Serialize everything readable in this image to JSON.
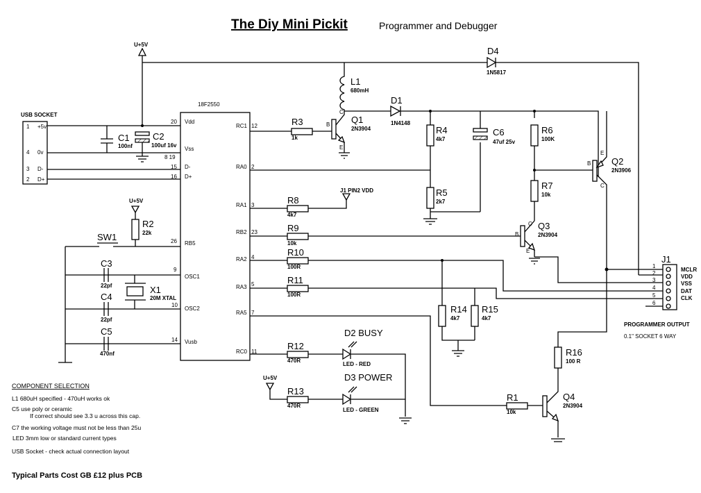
{
  "header": {
    "title": "The Diy Mini Pickit",
    "subtitle": "Programmer and Debugger"
  },
  "power_labels": {
    "vplus_top": "U+5V",
    "vplus_r2": "U+5V",
    "vplus_r13": "U+5V",
    "j1_pin2_vdd": "J1 PIN2  VDD"
  },
  "usb_socket": {
    "title": "USB SOCKET",
    "pins": [
      {
        "num": "1",
        "name": "+5v"
      },
      {
        "num": "4",
        "name": "0v"
      },
      {
        "num": "3",
        "name": "D-"
      },
      {
        "num": "2",
        "name": "D+"
      }
    ]
  },
  "mcu": {
    "part": "18F2550",
    "left_pins": [
      {
        "num": "20",
        "name": "Vdd"
      },
      {
        "num": "8  19",
        "name": "Vss"
      },
      {
        "num": "15",
        "name": "D-"
      },
      {
        "num": "16",
        "name": "D+"
      },
      {
        "num": "26",
        "name": "RB5"
      },
      {
        "num": "9",
        "name": "OSC1"
      },
      {
        "num": "10",
        "name": "OSC2"
      },
      {
        "num": "14",
        "name": "Vusb"
      }
    ],
    "right_pins": [
      {
        "num": "12",
        "name": "RC1"
      },
      {
        "num": "2",
        "name": "RA0"
      },
      {
        "num": "3",
        "name": "RA1"
      },
      {
        "num": "23",
        "name": "RB2"
      },
      {
        "num": "4",
        "name": "RA2"
      },
      {
        "num": "5",
        "name": "RA3"
      },
      {
        "num": "7",
        "name": "RA5"
      },
      {
        "num": "11",
        "name": "RC0"
      }
    ]
  },
  "components": {
    "C1": {
      "ref": "C1",
      "value": "100nf"
    },
    "C2": {
      "ref": "C2",
      "value": "100uf 16v"
    },
    "C3": {
      "ref": "C3",
      "value": "22pf"
    },
    "C4": {
      "ref": "C4",
      "value": "22pf"
    },
    "C5": {
      "ref": "C5",
      "value": "470nf"
    },
    "C6": {
      "ref": "C6",
      "value": "47uf 25v"
    },
    "R1": {
      "ref": "R1",
      "value": "10k"
    },
    "R2": {
      "ref": "R2",
      "value": "22k"
    },
    "R3": {
      "ref": "R3",
      "value": "1k"
    },
    "R4": {
      "ref": "R4",
      "value": "4k7"
    },
    "R5": {
      "ref": "R5",
      "value": "2k7"
    },
    "R6": {
      "ref": "R6",
      "value": "100K"
    },
    "R7": {
      "ref": "R7",
      "value": "10k"
    },
    "R8": {
      "ref": "R8",
      "value": "4k7"
    },
    "R9": {
      "ref": "R9",
      "value": "10k"
    },
    "R10": {
      "ref": "R10",
      "value": "100R"
    },
    "R11": {
      "ref": "R11",
      "value": "100R"
    },
    "R12": {
      "ref": "R12",
      "value": "470R"
    },
    "R13": {
      "ref": "R13",
      "value": "470R"
    },
    "R14": {
      "ref": "R14",
      "value": "4k7"
    },
    "R15": {
      "ref": "R15",
      "value": "4k7"
    },
    "R16": {
      "ref": "R16",
      "value": "100 R"
    },
    "L1": {
      "ref": "L1",
      "value": "680mH"
    },
    "D1": {
      "ref": "D1",
      "value": "1N4148"
    },
    "D2": {
      "ref": "D2  BUSY",
      "value": "LED - RED"
    },
    "D3": {
      "ref": "D3 POWER",
      "value": "LED - GREEN"
    },
    "D4": {
      "ref": "D4",
      "value": "1N5817"
    },
    "Q1": {
      "ref": "Q1",
      "value": "2N3904"
    },
    "Q2": {
      "ref": "Q2",
      "value": "2N3906"
    },
    "Q3": {
      "ref": "Q3",
      "value": "2N3904"
    },
    "Q4": {
      "ref": "Q4",
      "value": "2N3904"
    },
    "X1": {
      "ref": "X1",
      "value": "20M XTAL"
    },
    "SW1": {
      "ref": "SW1",
      "value": ""
    }
  },
  "transistor_pins": {
    "b": "B",
    "c": "C",
    "e": "E"
  },
  "connector_j1": {
    "ref": "J1",
    "pins": [
      {
        "num": "1",
        "name": "MCLR"
      },
      {
        "num": "2",
        "name": "VDD"
      },
      {
        "num": "3",
        "name": "VSS"
      },
      {
        "num": "4",
        "name": "DAT"
      },
      {
        "num": "5",
        "name": "CLK"
      },
      {
        "num": "6",
        "name": ""
      }
    ],
    "caption1": "PROGRAMMER OUTPUT",
    "caption2": "0.1\" SOCKET 6 WAY"
  },
  "notes": {
    "heading": "COMPONENT SELECTION",
    "lines": [
      "L1    680uH specified  -  470uH works ok",
      "C5     use poly or ceramic",
      "If correct should see 3.3 u across this cap.",
      "C7     the working voltage must not be less than 25u",
      "LED  3mm  low or standard current types",
      "USB Socket  -  check actual  connection  layout"
    ],
    "cost": "Typical Parts Cost   GB £12  plus PCB"
  }
}
